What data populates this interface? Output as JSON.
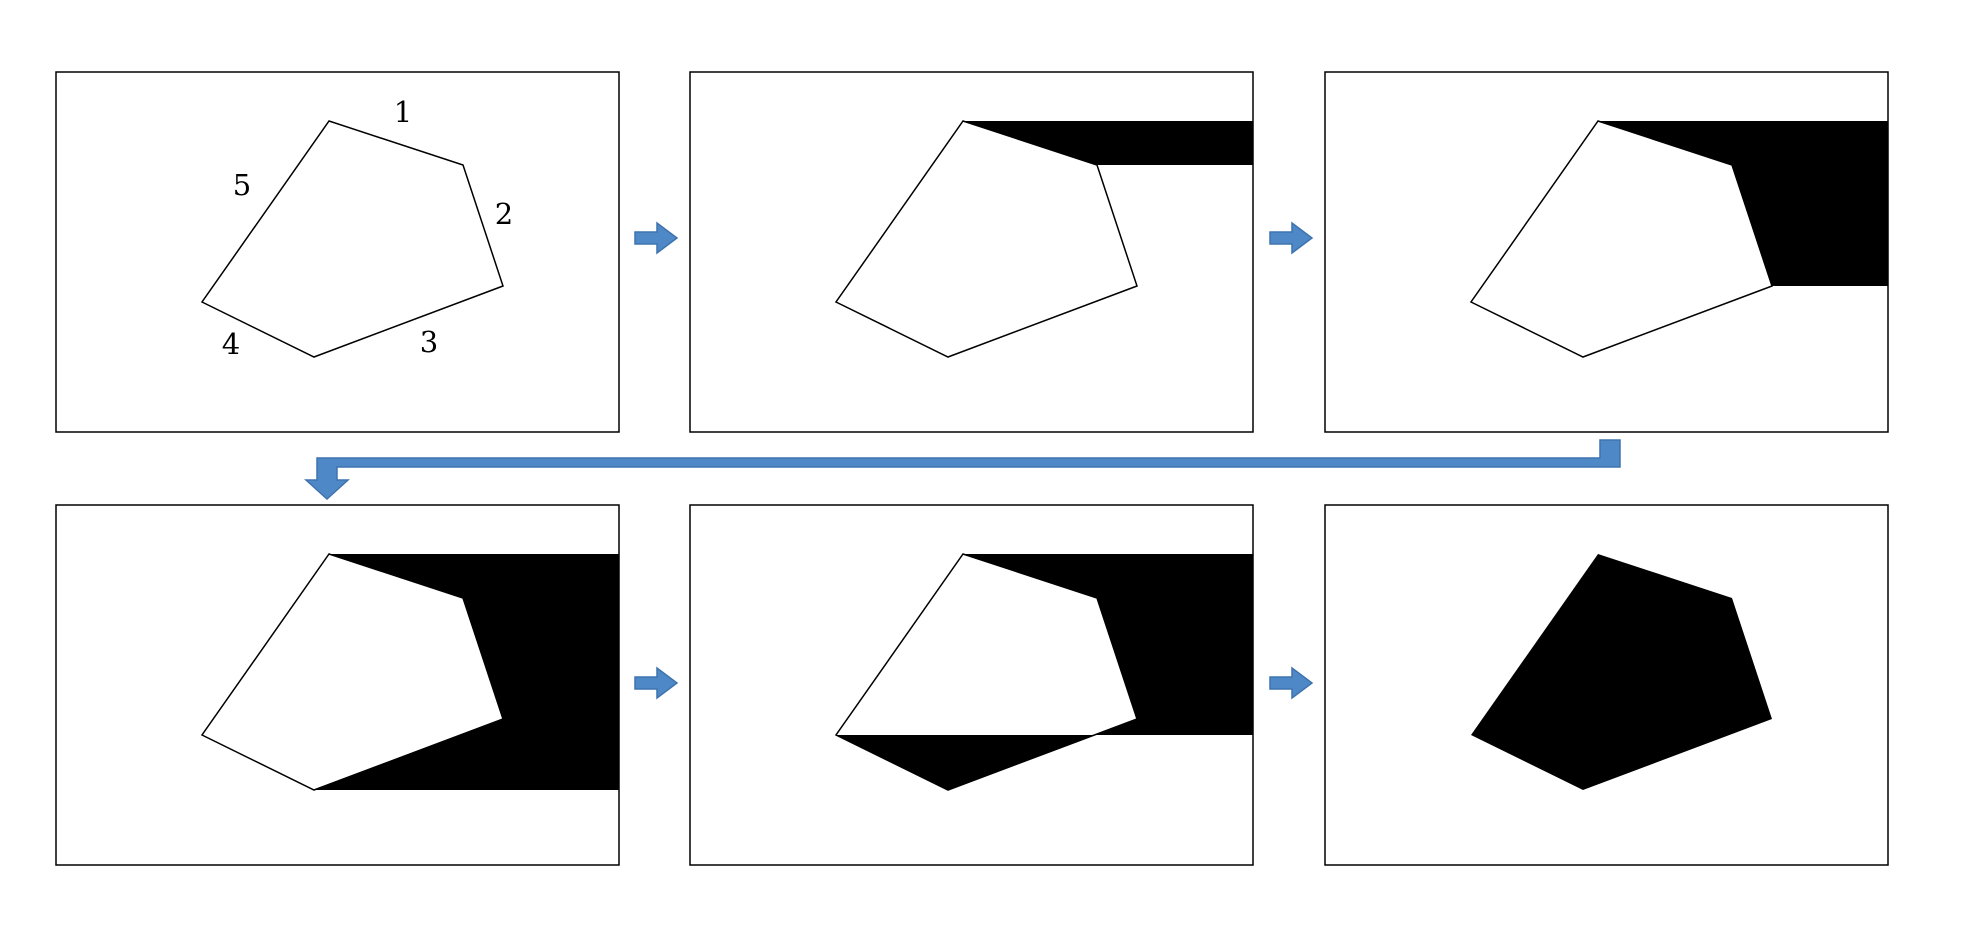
{
  "colors": {
    "fill": "#000000",
    "outline": "#000000",
    "arrow": "#4f88c6",
    "arrow_stroke": "#3f73ad",
    "background": "#ffffff"
  },
  "edge_labels": [
    "1",
    "2",
    "3",
    "4",
    "5"
  ],
  "steps": [
    {
      "step": 1,
      "filled_edges": [],
      "shows_edge_labels": true
    },
    {
      "step": 2,
      "filled_edges": [
        "1"
      ],
      "shows_edge_labels": false
    },
    {
      "step": 3,
      "filled_edges": [
        "1",
        "2"
      ],
      "shows_edge_labels": false
    },
    {
      "step": 4,
      "filled_edges": [
        "1",
        "2",
        "3"
      ],
      "shows_edge_labels": false
    },
    {
      "step": 5,
      "filled_edges": [
        "1",
        "2",
        "3",
        "4"
      ],
      "shows_edge_labels": false
    },
    {
      "step": 6,
      "filled_edges": [
        "1",
        "2",
        "3",
        "4",
        "5"
      ],
      "shows_edge_labels": false
    }
  ],
  "arrows": [
    {
      "from": 1,
      "to": 2,
      "icon": "right-arrow-icon"
    },
    {
      "from": 2,
      "to": 3,
      "icon": "right-arrow-icon"
    },
    {
      "from": 3,
      "to": 4,
      "icon": "elbow-down-arrow-icon"
    },
    {
      "from": 4,
      "to": 5,
      "icon": "right-arrow-icon"
    },
    {
      "from": 5,
      "to": 6,
      "icon": "right-arrow-icon"
    }
  ]
}
